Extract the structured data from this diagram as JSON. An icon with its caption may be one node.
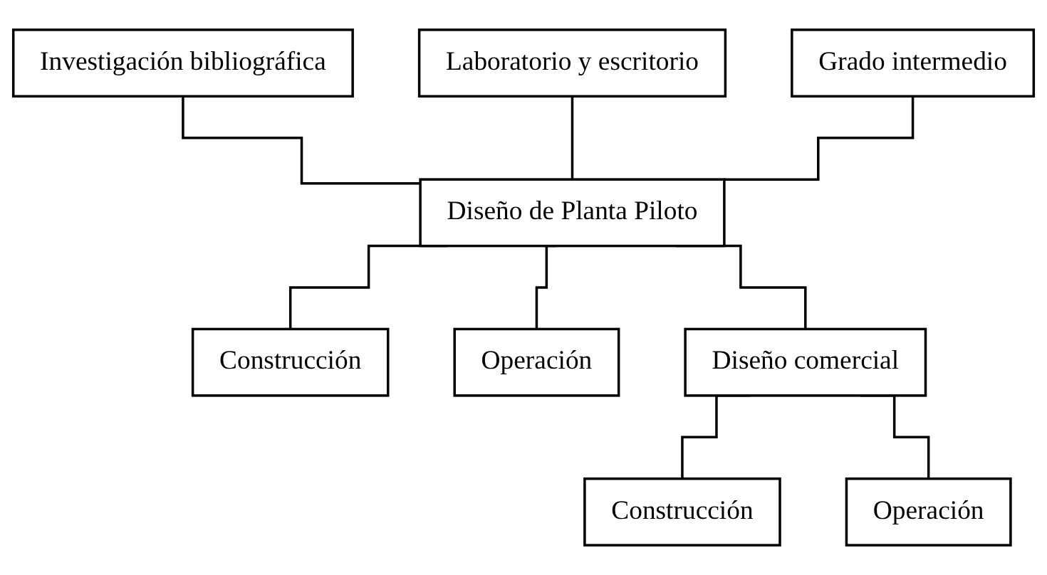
{
  "diagram": {
    "nodes": [
      {
        "text": [
          "Investigación bibliográfica"
        ]
      },
      {
        "text": [
          "Laboratorio y escritorio"
        ]
      },
      {
        "text": [
          "Grado intermedio"
        ]
      },
      {
        "text": [
          "Diseño de Planta Piloto"
        ]
      },
      {
        "text": [
          "Construcción"
        ]
      },
      {
        "text": [
          "Operación"
        ]
      },
      {
        "text": [
          "Diseño comercial"
        ]
      },
      {
        "text": [
          "Construcción"
        ]
      },
      {
        "text": [
          "Operación"
        ]
      }
    ],
    "edges": [
      {
        "from": 0,
        "to": 3,
        "arrow": "none"
      },
      {
        "from": 1,
        "to": 3,
        "arrow": "none"
      },
      {
        "from": 2,
        "to": 3,
        "arrow": "none"
      },
      {
        "from": 3,
        "to": 4,
        "arrow": "none"
      },
      {
        "from": 3,
        "to": 5,
        "arrow": "none"
      },
      {
        "from": 3,
        "to": 6,
        "arrow": "none"
      },
      {
        "from": 6,
        "to": 7,
        "arrow": "none"
      },
      {
        "from": 6,
        "to": 8,
        "arrow": "none"
      }
    ]
  }
}
